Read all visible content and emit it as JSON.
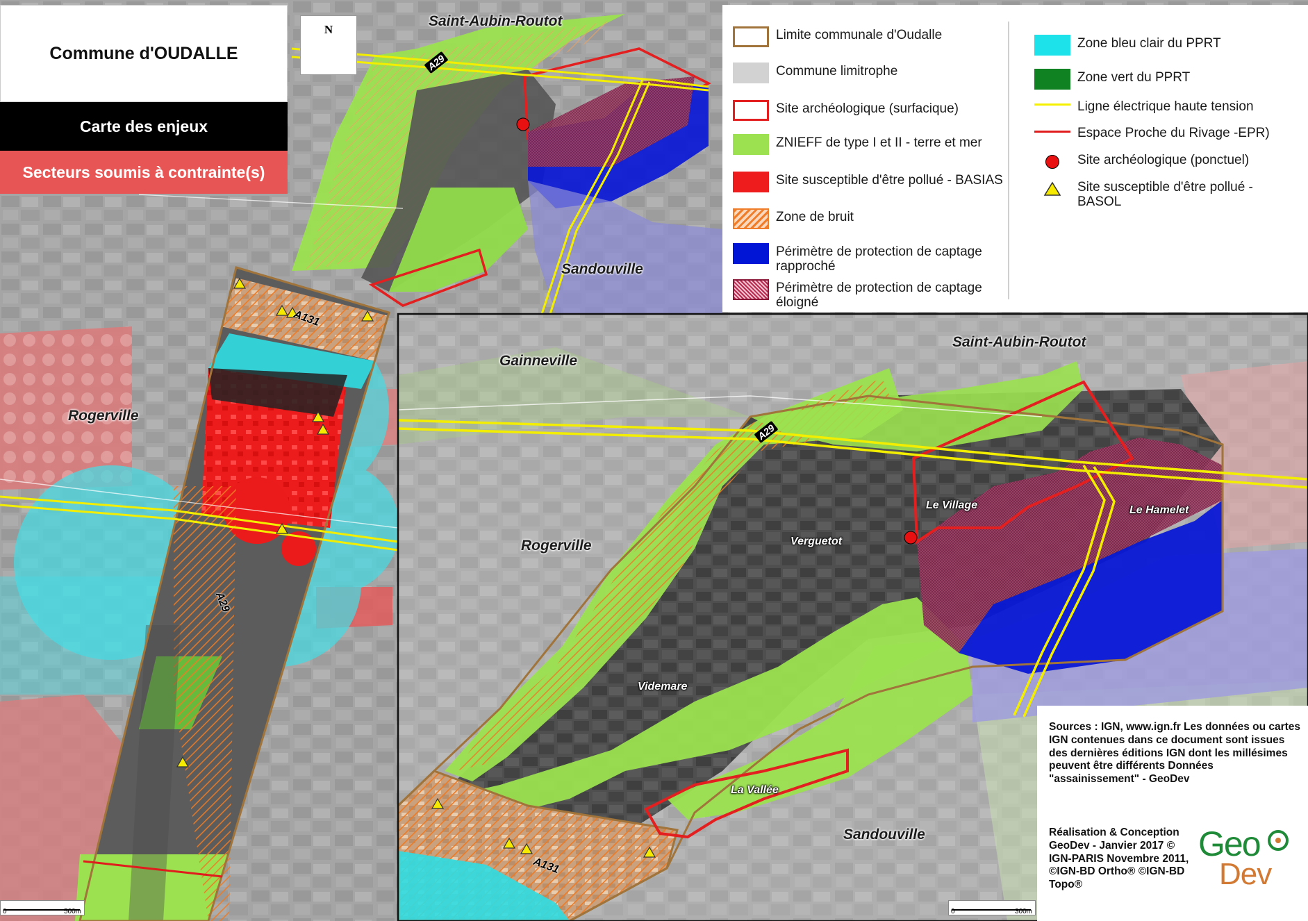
{
  "title": {
    "commune": "Commune d'OUDALLE",
    "map_title": "Carte des enjeux",
    "subtitle": "Secteurs soumis à contrainte(s)"
  },
  "north_arrow": {
    "letter": "N"
  },
  "places_overview": {
    "saint_aubin": "Saint-Aubin-Routot",
    "sandouville": "Sandouville",
    "rogerville": "Rogerville"
  },
  "places_inset": {
    "gainneville": "Gainneville",
    "saint_aubin": "Saint-Aubin-Routot",
    "rogerville": "Rogerville",
    "sandouville": "Sandouville",
    "le_village": "Le Village",
    "le_hamelet": "Le Hamelet",
    "verguetot": "Verguetot",
    "videmare": "Videmare",
    "la_vallee": "La Vallée"
  },
  "roads": {
    "a29": "A29",
    "a131": "A131"
  },
  "legend": {
    "left": [
      {
        "label": "Limite communale d'Oudalle",
        "color": "#a0743a"
      },
      {
        "label": "Commune limitrophe",
        "color": "#d2d2d2"
      },
      {
        "label": "Site archéologique (surfacique)",
        "color": "#e41f1f"
      },
      {
        "label": "ZNIEFF de type I et II - terre et mer",
        "color": "#9be150"
      },
      {
        "label": "Site susceptible d'être pollué - BASIAS",
        "color": "#ee1c1c"
      },
      {
        "label": "Zone de bruit",
        "color": "#ef7d2a"
      },
      {
        "label": "Périmètre de protection de captage rapproché",
        "color": "#0015d6"
      },
      {
        "label": "Périmètre de protection de captage éloigné",
        "color": "#b8294f"
      }
    ],
    "right": [
      {
        "label": "Zone bleu clair du PPRT",
        "color": "#1ee2ea"
      },
      {
        "label": "Zone vert du PPRT",
        "color": "#118222"
      },
      {
        "label": "Ligne électrique haute tension",
        "color": "#f5f000"
      },
      {
        "label": "Espace Proche du Rivage -EPR)",
        "color": "#e01c1c"
      },
      {
        "label": "Site archéologique (ponctuel)",
        "color": "#e81010"
      },
      {
        "label": "Site susceptible d'être pollué - BASOL",
        "color": "#f5ea00"
      }
    ]
  },
  "sources": {
    "text": "Sources : IGN, www.ign.fr Les données ou cartes IGN contenues dans ce document sont issues des dernières éditions IGN dont les millésimes peuvent être différents Données \"assainissement\" - GeoDev",
    "realisation": "Réalisation & Conception GeoDev - Janvier 2017 © IGN-PARIS Novembre 2011, ©IGN-BD Ortho® ©IGN-BD Topo®",
    "logo_geo": "Geo",
    "logo_dev": "Dev"
  },
  "scale": {
    "overview": {
      "start": "0",
      "end": "500m"
    },
    "inset": {
      "start": "0",
      "end": "300m"
    }
  }
}
